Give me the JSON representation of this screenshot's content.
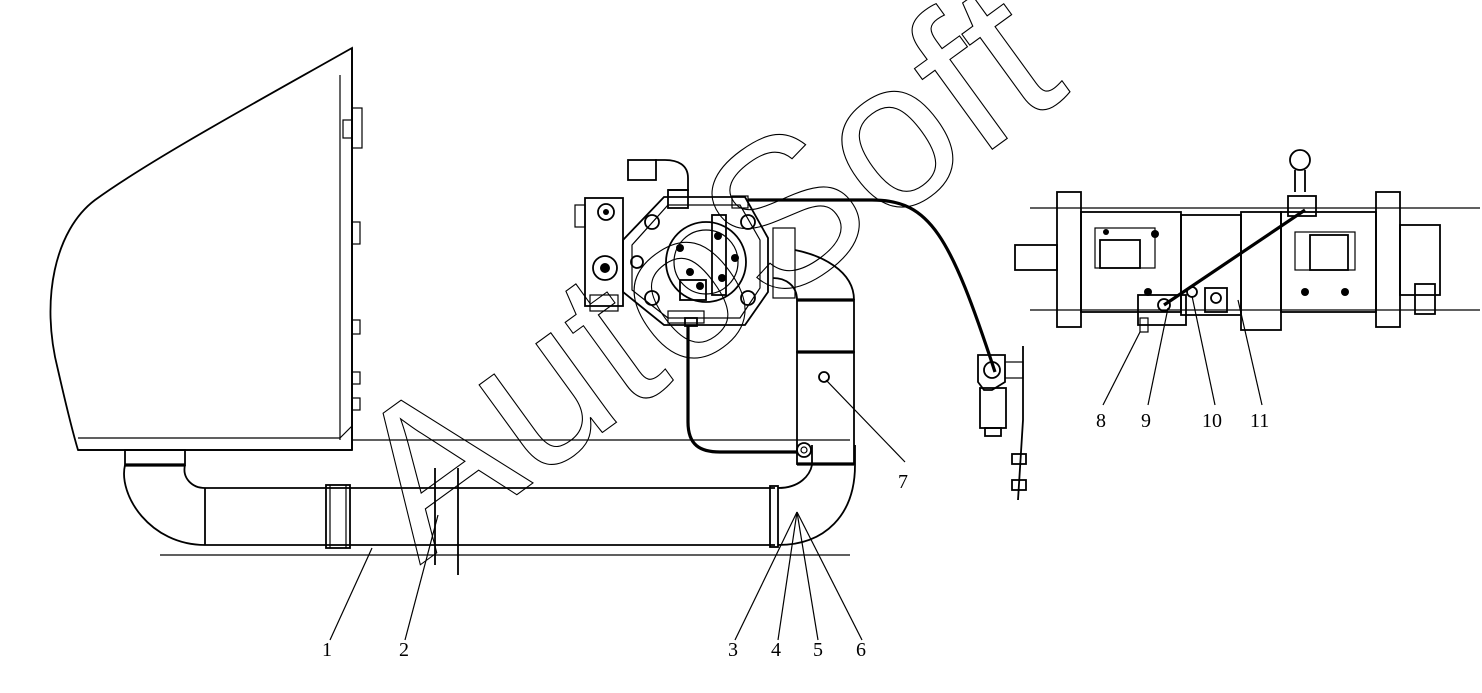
{
  "diagram": {
    "watermark": "AutoSoft",
    "callouts": [
      {
        "id": "callout-1",
        "text": "1"
      },
      {
        "id": "callout-2",
        "text": "2"
      },
      {
        "id": "callout-3",
        "text": "3"
      },
      {
        "id": "callout-4",
        "text": "4"
      },
      {
        "id": "callout-5",
        "text": "5"
      },
      {
        "id": "callout-6",
        "text": "6"
      },
      {
        "id": "callout-7",
        "text": "7"
      },
      {
        "id": "callout-8",
        "text": "8"
      },
      {
        "id": "callout-9",
        "text": "9"
      },
      {
        "id": "callout-10",
        "text": "10"
      },
      {
        "id": "callout-11",
        "text": "11"
      }
    ]
  }
}
